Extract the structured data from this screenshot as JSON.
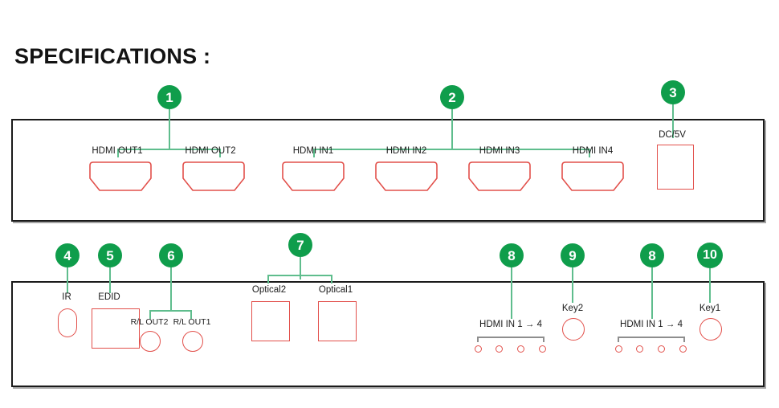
{
  "document": {
    "title": "SPECIFICATIONS :"
  },
  "panels": [
    {
      "name": "rear-panel",
      "callouts": [
        {
          "number": "1",
          "type": "bracket",
          "ports": [
            {
              "label": "HDMI OUT1",
              "shape": "hdmi-port"
            },
            {
              "label": "HDMI OUT2",
              "shape": "hdmi-port"
            }
          ]
        },
        {
          "number": "2",
          "type": "bracket",
          "ports": [
            {
              "label": "HDMI IN1",
              "shape": "hdmi-port"
            },
            {
              "label": "HDMI IN2",
              "shape": "hdmi-port"
            },
            {
              "label": "HDMI IN3",
              "shape": "hdmi-port"
            },
            {
              "label": "HDMI IN4",
              "shape": "hdmi-port"
            }
          ]
        },
        {
          "number": "3",
          "type": "line",
          "ports": [
            {
              "label": "DC/5V",
              "shape": "rectangle"
            }
          ]
        }
      ]
    },
    {
      "name": "front-panel",
      "callouts": [
        {
          "number": "4",
          "type": "line",
          "ports": [
            {
              "label": "IR",
              "shape": "oval"
            }
          ]
        },
        {
          "number": "5",
          "type": "line",
          "ports": [
            {
              "label": "EDID",
              "shape": "rectangle"
            }
          ]
        },
        {
          "number": "6",
          "type": "bracket",
          "ports": [
            {
              "label": "R/L OUT2",
              "shape": "circle"
            },
            {
              "label": "R/L OUT1",
              "shape": "circle"
            }
          ]
        },
        {
          "number": "7",
          "type": "bracket",
          "ports": [
            {
              "label": "Optical2",
              "shape": "square"
            },
            {
              "label": "Optical1",
              "shape": "square"
            }
          ]
        },
        {
          "number": "8",
          "type": "line",
          "ports": [
            {
              "label": "HDMI IN  1 → 4",
              "shape": "led-row",
              "led_count": 4
            }
          ]
        },
        {
          "number": "9",
          "type": "line",
          "ports": [
            {
              "label": "Key2",
              "shape": "circle"
            }
          ]
        },
        {
          "number": "8",
          "type": "line",
          "ports": [
            {
              "label": "HDMI IN  1 → 4",
              "shape": "led-row",
              "led_count": 4
            }
          ]
        },
        {
          "number": "10",
          "type": "line",
          "ports": [
            {
              "label": "Key1",
              "shape": "circle"
            }
          ]
        }
      ]
    }
  ],
  "labels": {
    "hdmi_out1": "HDMI OUT1",
    "hdmi_out2": "HDMI OUT2",
    "hdmi_in1": "HDMI IN1",
    "hdmi_in2": "HDMI IN2",
    "hdmi_in3": "HDMI IN3",
    "hdmi_in4": "HDMI IN4",
    "dc5v": "DC/5V",
    "ir": "IR",
    "edid": "EDID",
    "rl_out2": "R/L OUT2",
    "rl_out1": "R/L OUT1",
    "optical2": "Optical2",
    "optical1": "Optical1",
    "hdmi_in_range_a": "HDMI IN  1 → 4",
    "hdmi_in_range_b": "HDMI IN  1 → 4",
    "key2": "Key2",
    "key1": "Key1"
  },
  "callout_numbers": {
    "n1": "1",
    "n2": "2",
    "n3": "3",
    "n4": "4",
    "n5": "5",
    "n6": "6",
    "n7": "7",
    "n8a": "8",
    "n9": "9",
    "n8b": "8",
    "n10": "10"
  },
  "colors": {
    "badge_green": "#0f9d4b",
    "leader_green": "#5fbd8d",
    "port_red": "#e2504b",
    "panel_border": "#1a1a1a",
    "text": "#1b1b1b",
    "led_bar_gray": "#8e8e8e"
  }
}
